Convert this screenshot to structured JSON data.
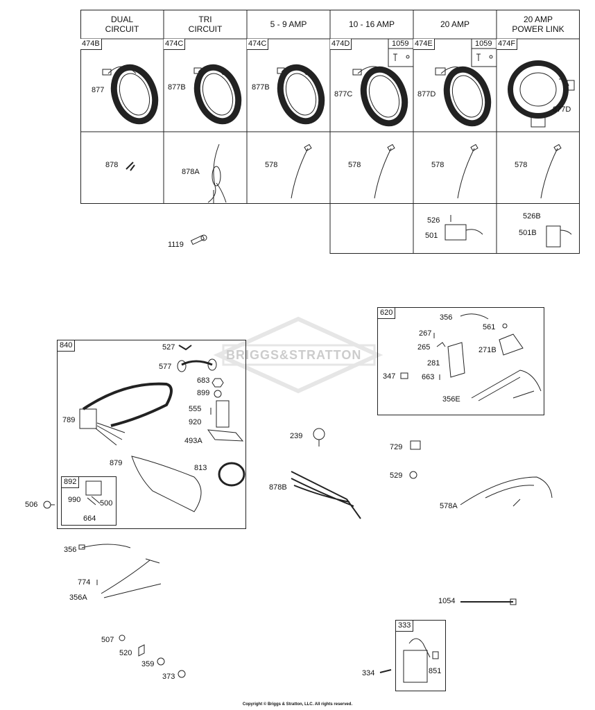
{
  "header_columns": [
    {
      "title": "DUAL\nCIRCUIT"
    },
    {
      "title": "TRI\nCIRCUIT"
    },
    {
      "title": "5 - 9 AMP"
    },
    {
      "title": "10 - 16 AMP"
    },
    {
      "title": "20 AMP"
    },
    {
      "title": "20 AMP\nPOWER LINK"
    }
  ],
  "row1_tags": [
    "474B",
    "474C",
    "474C",
    "474D",
    "474E",
    "474F"
  ],
  "row1_sub_tags": [
    "1059",
    "1059"
  ],
  "row1_labels": [
    "877",
    "877B",
    "877B",
    "877C",
    "877D",
    "877D"
  ],
  "row2_labels": [
    "878",
    "878A",
    "578",
    "578",
    "578",
    "578"
  ],
  "row3_labels": {
    "c5_a": "526",
    "c5_b": "501",
    "c6_a": "526B",
    "c6_b": "501B"
  },
  "loose_labels": {
    "p1119": "1119",
    "p239": "239",
    "p878B": "878B",
    "p729": "729",
    "p529": "529",
    "p578A": "578A",
    "p506": "506",
    "p356": "356",
    "p774": "774",
    "p356A": "356A",
    "p1054": "1054",
    "p507": "507",
    "p520": "520",
    "p359": "359",
    "p373": "373",
    "p334": "334"
  },
  "box_840": {
    "tag": "840",
    "labels": {
      "a": "527",
      "b": "577",
      "c": "683",
      "d": "899",
      "e": "555",
      "f": "920",
      "g": "493A",
      "h": "813",
      "i": "789",
      "j": "879"
    },
    "box_892": {
      "tag": "892",
      "labels": {
        "a": "990",
        "b": "500",
        "c": "664"
      }
    }
  },
  "box_620": {
    "tag": "620",
    "labels": {
      "a": "356",
      "b": "561",
      "c": "267",
      "d": "265",
      "e": "271B",
      "f": "281",
      "g": "347",
      "h": "663",
      "i": "356E"
    }
  },
  "box_333": {
    "tag": "333",
    "labels": {
      "a": "851"
    }
  },
  "watermark": "BRIGGS&STRATTON",
  "copyright": "Copyright © Briggs & Stratton, LLC. All rights reserved."
}
